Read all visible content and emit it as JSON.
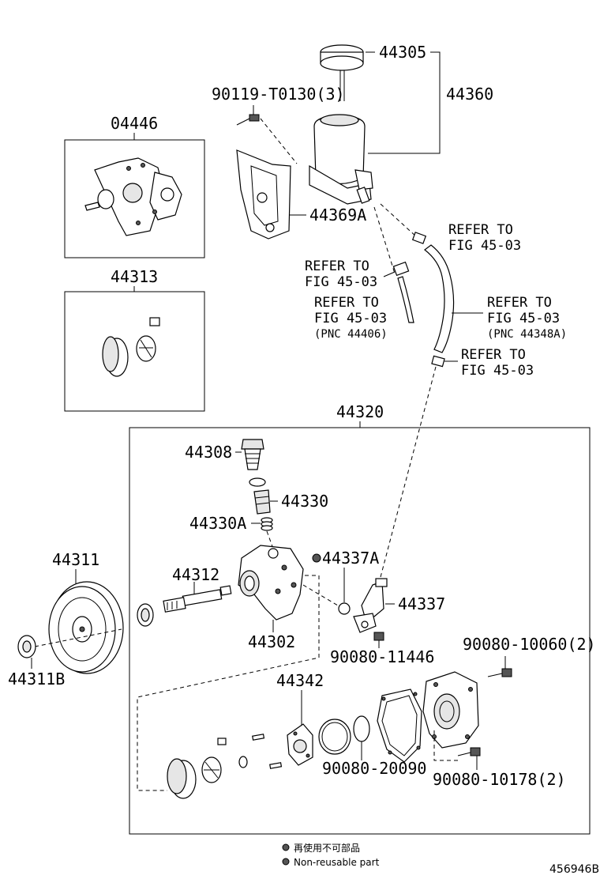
{
  "labels": {
    "p44305": "44305",
    "p44360": "44360",
    "p90119": "90119-T0130(3)",
    "p04446": "04446",
    "p44369A": "44369A",
    "p44313": "44313",
    "p44320": "44320",
    "p44308": "44308",
    "p44330": "44330",
    "p44330A": "44330A",
    "p44337A": "44337A",
    "p44311": "44311",
    "p44312": "44312",
    "p44302": "44302",
    "p44337": "44337",
    "p90080_11446": "90080-11446",
    "p90080_10060": "90080-10060(2)",
    "p44311B": "44311B",
    "p44342": "44342",
    "p90080_20090": "90080-20090",
    "p90080_10178": "90080-10178(2)"
  },
  "refs": {
    "ref1_line1": "REFER TO",
    "ref1_line2": "FIG 45-03",
    "ref2_line1": "REFER TO",
    "ref2_line2": "FIG 45-03",
    "ref3_line1": "REFER TO",
    "ref3_line2": "FIG 45-03",
    "ref3_pnc": "(PNC 44406)",
    "ref4_line1": "REFER TO",
    "ref4_line2": "FIG 45-03",
    "ref4_pnc": "(PNC 44348A)",
    "ref5_line1": "REFER TO",
    "ref5_line2": "FIG 45-03"
  },
  "legend": {
    "chinese": "再使用不可部品",
    "english": "Non-reusable part"
  },
  "figure_code": "456946B"
}
